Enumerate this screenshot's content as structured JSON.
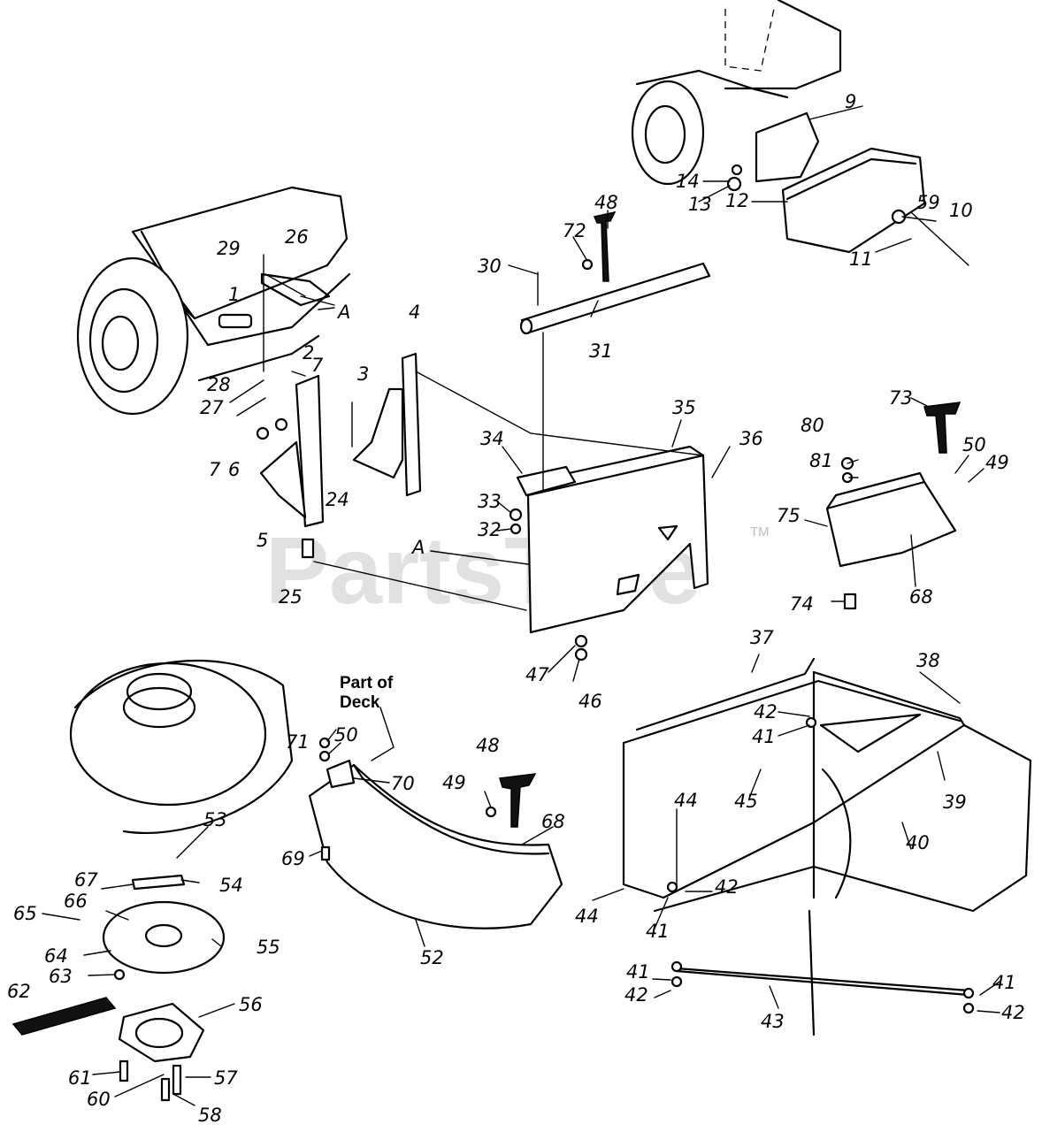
{
  "watermark": {
    "text": "PartsTree",
    "tm": "TM"
  },
  "note": {
    "line1": "Part of",
    "line2": "Deck"
  },
  "section_marker": "A",
  "callouts": [
    "1",
    "2",
    "3",
    "4",
    "5",
    "6",
    "7",
    "9",
    "10",
    "11",
    "12",
    "13",
    "14",
    "24",
    "25",
    "26",
    "27",
    "28",
    "29",
    "30",
    "31",
    "32",
    "33",
    "34",
    "35",
    "36",
    "37",
    "38",
    "39",
    "40",
    "41",
    "42",
    "43",
    "44",
    "45",
    "46",
    "47",
    "48",
    "49",
    "50",
    "52",
    "53",
    "54",
    "55",
    "56",
    "57",
    "58",
    "59",
    "60",
    "61",
    "62",
    "63",
    "64",
    "65",
    "66",
    "67",
    "68",
    "69",
    "70",
    "71",
    "72",
    "73",
    "74",
    "75",
    "80",
    "81"
  ]
}
